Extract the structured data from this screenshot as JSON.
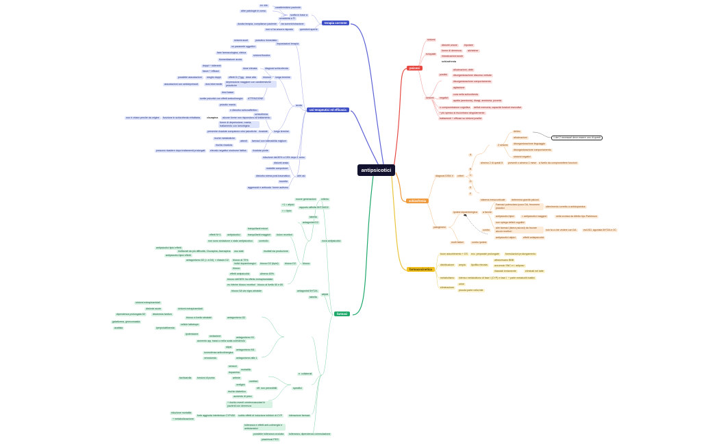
{
  "root": "antipsicotici",
  "branches": {
    "terapia": "terapia corrente",
    "trattamento": "usi terapeutici ed efficacia",
    "psicosi": "psicosi",
    "schizofrenia": "schizofrenia",
    "farmacocinetica": "farmacocinetica",
    "farmaci": "farmaci"
  },
  "terapia_nodes": {
    "t1": "ev. età",
    "t2": "caratteristiche paziente",
    "t3": "altre patologie in corso",
    "t4": "scelta in base a",
    "t5": "sensibilità a FI",
    "t6": "via somministrazione",
    "t7": "durata terapia, compliance paziente",
    "t8": "non si ha ancora risposto",
    "t9": "questioni aperte"
  },
  "usi_nodes": {
    "u1": "sintomi acuti",
    "u2": "impostazioni terapia",
    "u3": "psicotico immediato",
    "u4": "no parametri oggettivi",
    "u5": "fase farmacologica, clinica",
    "u6": "sintomi fissiche",
    "u7": "biomediazione acuta",
    "u8": "dose elevata",
    "u9": "diagnosi schizofrenia",
    "u10": "doppi + tolleranti",
    "u11": "fasce + efficaci",
    "u12": "possibile associazioni",
    "u13": "meglio doppi",
    "u14": "effetti D (?)gg",
    "u15": "dose alta",
    "u16": "rinunce",
    "u17": "lunga termine",
    "u18": "associazioni con antidepressivi",
    "u19": "dosi intermedie",
    "u20": "depressione maggiore con caratteristiche psicotiche",
    "u21": "dosi basse",
    "u22": "scelte psicotici con effetti anticolinergici",
    "u23": "ATTENZIONE",
    "u24": "psicotic mania",
    "u25": "acuta",
    "u26": "n disturbo schizoaffettivo",
    "u27": "schizofrenia",
    "u28": "alcune forme non rispondono al trattamento",
    "u29": "non è chiaro perché da origine",
    "u30": "funzione in schizofrenia refrattaria",
    "u31": "clozapina",
    "u32": "forme di depressione, mania, trattamento con lamotrigina",
    "u33": "lungo termine",
    "u34": "prevenire ricadute compaiono crisi psicotiche",
    "u35": "ricadute",
    "u36": "ricche metaboliche",
    "u37": "attenti",
    "u38": "farmaci con tollerabilità migliore",
    "u39": "rischio ricaduta",
    "u40": "possono ricadere dopo trattamenti prolungati",
    "u41": "elevato negativo sindrome fattiva",
    "u42": "ricaduta ponte",
    "u43": "riduzione dal 80% a 15% dopo 1 anno",
    "u44": "disturbi ansia",
    "u45": "malattie compulsive",
    "u46": "disturbo stress post-traumatico",
    "u47": "altri usi",
    "u48": "tourette",
    "u49": "aggressivi e antisociali",
    "u50": "forme autismo"
  },
  "psicosi_nodes": {
    "p1": "sintomi",
    "p2": "disturbi umore",
    "p3": "bipolare",
    "p4": "forme di demenza",
    "p5": "alzheimer",
    "p6": "intossicazioni acute",
    "p7": "schizofrenia",
    "p8": "eziopatie",
    "p9": "allucinazioni, deliri",
    "p10": "disorganizzazione discorso verbale",
    "p11": "disorganizzazione comportamento",
    "p12": "agitazione",
    "p13": "positivi",
    "p14": "cura nella schizofrenia",
    "p15": "apatia (anedonia), disagi, anedonia, povertà",
    "p16": "negativi",
    "p17": "sintomi",
    "p18": "n compromissione cognitiva",
    "p19": "deficit memoria, capacità funzioni esecutive",
    "p20": "* più spesso si riscontrano singolarmente",
    "p21": "trattamenti + efficaci su sintomi positivi"
  },
  "schizo_nodes": {
    "s1": "delirio",
    "s2": "allucinazioni",
    "s3": "disorganizzazione linguaggio",
    "s4": "disorganizzazione comportamento",
    "s5": "sintomi negativi",
    "s6": "2 sintomi",
    "s7": "1 dei 2 necessari deve essere uno di questi",
    "s8": "A",
    "s9": "almeno 2 di questi 5",
    "s10": "presenti o almeno 1 mese",
    "s11": "a livello da compromettere funzioni",
    "s12": "diagnosi DSM-V",
    "s13": "criteri",
    "s14": "B",
    "s15": "C",
    "s16": "D",
    "s17": "E",
    "s18": "F",
    "s19": "sistema mesocorticale",
    "s20": "determina gravità psicosi",
    "s21": "Farmaci potenziano ipoco DA, fenomeni psicotici",
    "s22": "ottenimento corretto a antidopamina",
    "s23": "ipotesi dopaminergica",
    "s24": "a favore",
    "s25": "antipsicotici tipici",
    "s26": "= antipsicotici maggiori",
    "s27": "nella cronica da difetto tipo Parkinson",
    "s28": "non spiega deficit cognitivi",
    "s29": "contro",
    "s30": "altri farmaci (istera psicosi) da trovare alcuni recettori",
    "s31": "non fa a che vedere con DA",
    "s32": "es/LSD, agonista 5HT2A e 2C",
    "s33": "antipsicotici atipici",
    "s34": "effetti antiapsicotici",
    "s35": "patogenesi",
    "s36": "molti fattori",
    "s37": "contro ipotesi"
  },
  "farmacocin_nodes": {
    "f1": "buon assorbimento + OS",
    "f2": "ecc. preparate prolungate",
    "f3": "formulazioni prolungamento",
    "f4": "distribuzione",
    "f5": "ampia",
    "f6": "lipofilia elevata",
    "f7": "attraversano BBB",
    "f8": "accumulo SNC e t. adiposo",
    "f9": "rilasciati lentamente",
    "f10": "eliminati nel latte",
    "f11": "metabolismo",
    "f12": "intenso metabolismo di fase I (CYP) e fase II",
    "f13": "+ parte metaboliti inattivi",
    "f14": "eliminazione",
    "f15": "urine",
    "f16": "piccola parte nella bile"
  },
  "farmaci_nodes": {
    "g1": "nuove generazioni",
    "g2": "criterio",
    "g3": "+1 = atipici",
    "g4": "rapporto affinità 5HT2A/D2",
    "g5": "< = tipici",
    "g6": "tabella",
    "g7": "antagonisti D2",
    "g8": "tranquillanti minori",
    "g9": "effetti N+1",
    "g10": "antipsicotici",
    "g11": "tranquillanti maggiori",
    "g12": "bolon recettori",
    "g13": "non sono sedazione o stato antipsicotico",
    "g14": "controllo",
    "g15": "nova antipsicotici",
    "g16": "antipsicotici tipici effetti",
    "g17": "uso stati",
    "g18": "riutilizzati da più difficoltà, Clozapina, Asenapina",
    "g19": "risultati via produzione",
    "g20": "antagonismo D2 (= a D4)",
    "g21": "< rilascio D2",
    "g22": "blocco al 70%",
    "g23": "blocco",
    "g24": "blocco D2",
    "g25": "indici dopaminergici",
    "g26": "blocco D2 (tipici)",
    "g27": "effetti antipsicotici",
    "g28": "almeno 60%",
    "g29": "blocco dell'80% ha effetto extrapiramidale",
    "g30": "es inferire blocco recettori DA",
    "g31": "blocco al livello 60 e 80",
    "g32": "blocco 5A via nigro-striatale",
    "g33": "antagonisti 5HT2A",
    "g34": "tabella",
    "g35": "atipici",
    "g36": "sintomi extrapiramidali",
    "g37": "distonie acute",
    "g38": "acatisia",
    "g39": "discinesia tardiva",
    "g40": "dipendenza prolungata D2",
    "g41": "blocco a livello striatale",
    "g42": "antagonismo D2",
    "g43": "galattorrea, ginecomastia",
    "g44": "cellule lattotrope",
    "g45": "iperprolattinemia",
    "g46": "ipotensione",
    "g47": "sedazione",
    "g48": "antagonismo H1",
    "g49": "aumento appetito",
    "g50": "bassi o nella scala colesterolo",
    "g51": "stipsi",
    "g52": "xerostomia",
    "g53": "antagonismo M1",
    "g54": "sonnolenza anticolinergica",
    "g55": "antagonismo alfa 1",
    "g56": "sensori",
    "g57": "tachicardia",
    "g58": "dopamina",
    "g59": "vertigini",
    "g60": "cardiaci",
    "g61": "mortalità",
    "g62": "torsioni di punta",
    "g63": "aritmie",
    "g64": "a rischio morte cardiovascolare",
    "g65": "eff. non prevedibili",
    "g66": "rischio diabetico",
    "g67": "aumento di peso",
    "g68": "specifici",
    "g69": "+ rischio eventi cerebrovascolari in pazienti con demenza",
    "g70": "fattori di base",
    "g71": "riduzione mortalità",
    "g72": "+ metabolizzazione",
    "g73": "forte aggiunta interferisce CYP450",
    "g74": "subito effetti di induzione inibitori di CYP",
    "g75": "interazione farmaci",
    "g76": "tolleranza e effetti anti-colinergici e antistaminici",
    "g77": "possibile tolleranza crociata",
    "g78": "tolleranza, dipendenza commulazione",
    "g79": "piastrinosi PEG",
    "g80": "e. collaterali"
  }
}
